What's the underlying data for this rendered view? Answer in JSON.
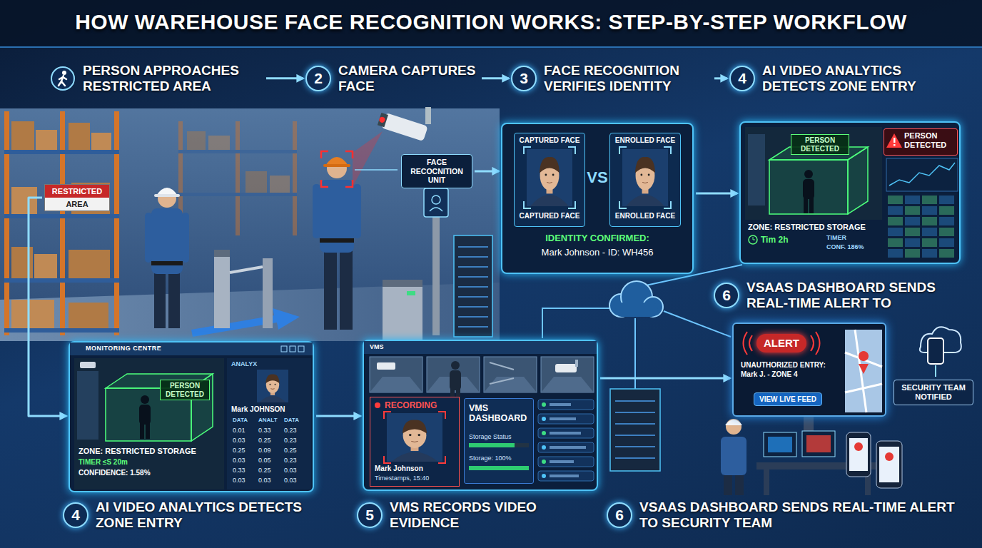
{
  "diagram": {
    "title": "HOW WAREHOUSE FACE RECOGNITION WORKS: STEP-BY-STEP WORKFLOW",
    "nodes": [
      {
        "text": [
          "PERSON APPROACHES RESTRICTED AREA"
        ]
      },
      {
        "text": [
          "2",
          "CAMERA CAPTURES FACE"
        ]
      },
      {
        "text": [
          "3",
          "FACE RECOGNITION VERIFIES IDENTITY"
        ]
      },
      {
        "text": [
          "4",
          "AI VIDEO ANALYTICS DETECTS ZONE ENTRY"
        ]
      },
      {
        "text": [
          "RESTRICTED",
          "AREA"
        ]
      },
      {
        "text": [
          "FACE RECOCNITION UNIT"
        ]
      },
      {
        "text": [
          "IDENTITY CONFIRMED:",
          "Mark Johnson - ID: WH456"
        ]
      },
      {
        "text": [
          "CAPTURED FACE",
          "CAPTURED FACE"
        ],
        "in": 6
      },
      {
        "text": [
          "ENROLLED FACE",
          "ENROLLED FACE"
        ],
        "in": 6
      },
      {
        "text": [
          "ZONE: RESTRICTED STORAGE",
          "Tim 2h",
          "TIMER",
          "CONF. 186%"
        ]
      },
      {
        "text": [
          "PERSON DETECTED"
        ],
        "in": 9
      },
      {
        "text": [
          "PERSON DETECTED"
        ],
        "in": 9
      },
      {
        "text": [
          "6",
          "VSAAS DASHBOARD SENDS REAL-TIME ALERT TO"
        ]
      },
      {
        "text": [
          "MONITORING CENTRE",
          "ZONE: RESTRICTED STORAGE",
          "TIMER ≤S 20m",
          "CONFIDENCE: 1.58%"
        ]
      },
      {
        "text": [
          "PERSON DETECTED"
        ],
        "in": 13
      },
      {
        "text": [
          "VMS"
        ]
      },
      {
        "text": [
          "RECORDING",
          "Mark Johnson",
          "Timestamps, 15:40"
        ],
        "in": 15
      },
      {
        "text": [
          "VMS DASHBOARD",
          "Storage Status",
          "Storage: 100%"
        ],
        "in": 15
      },
      {
        "text": [
          "ALERT",
          "UNAUTHORIZED ENTRY: Mark J. - ZONE 4"
        ]
      },
      {
        "text": [
          "VIEW LIVE FEED"
        ],
        "in": 18
      },
      {
        "text": [
          "SECURITY TEAM NOTIFIED"
        ]
      },
      {
        "text": [
          "4",
          "AI VIDEO ANALYTICS DETECTS ZONE ENTRY"
        ]
      },
      {
        "text": [
          "5",
          "VMS RECORDS VIDEO EVIDENCE"
        ]
      },
      {
        "text": [
          "6",
          "VSAAS DASHBOARD SENDS REAL-TIME ALERT TO SECURITY TEAM"
        ]
      }
    ],
    "edges": [
      {
        "from": 0,
        "to": 1,
        "arrow": "to"
      },
      {
        "from": 1,
        "to": 2,
        "arrow": "to"
      },
      {
        "from": 2,
        "to": 3,
        "arrow": "to"
      },
      {
        "from": 5,
        "to": 6,
        "arrow": "to"
      },
      {
        "from": 6,
        "to": 9,
        "arrow": "to"
      },
      {
        "from": 4,
        "to": 13,
        "arrow": "to"
      },
      {
        "from": 13,
        "to": 15,
        "arrow": "to"
      },
      {
        "from": 15,
        "to": 18,
        "arrow": "to"
      }
    ],
    "labels": [
      "VS",
      "ANALYX",
      "Mark JOHNSON",
      "DATA",
      "ANALT",
      "DATA",
      "0.01",
      "0.33",
      "0.23",
      "0.03",
      "0.25",
      "0.23",
      "0.25",
      "0.09",
      "0.25",
      "0.03",
      "0.05",
      "0.23",
      "0.33",
      "0.25",
      "0.03",
      "0.03",
      "0.03",
      "0.03"
    ]
  }
}
